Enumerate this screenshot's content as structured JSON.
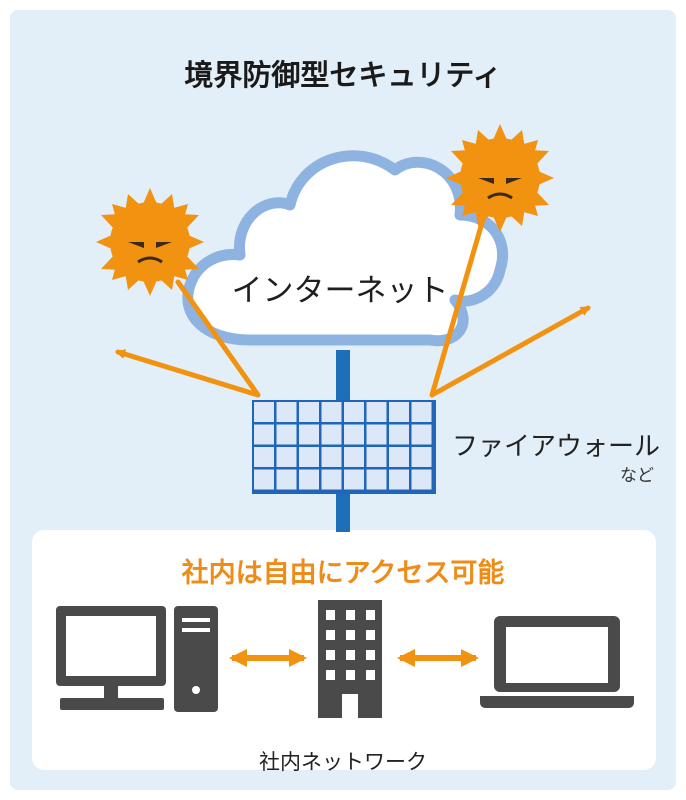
{
  "title": "境界防御型セキュリティ",
  "cloud": {
    "label": "インターネット"
  },
  "firewall": {
    "label": "ファイアウォール",
    "sub_label": "など"
  },
  "lan": {
    "title": "社内は自由にアクセス可能",
    "label": "社内ネットワーク"
  },
  "icons": [
    "virus-icon",
    "cloud-icon",
    "firewall-icon",
    "desktop-pc-icon",
    "building-icon",
    "laptop-icon",
    "double-arrow-icon"
  ],
  "colors": {
    "background": "#e3eff8",
    "cloud_outline": "#8fb3e0",
    "firewall_fill": "#dce8f7",
    "firewall_grid": "#1f66b8",
    "connector": "#1f6fb8",
    "virus": "#f29211",
    "arrow": "#f29211",
    "device": "#4a4a4a",
    "lan_title": "#ee8c1a"
  }
}
